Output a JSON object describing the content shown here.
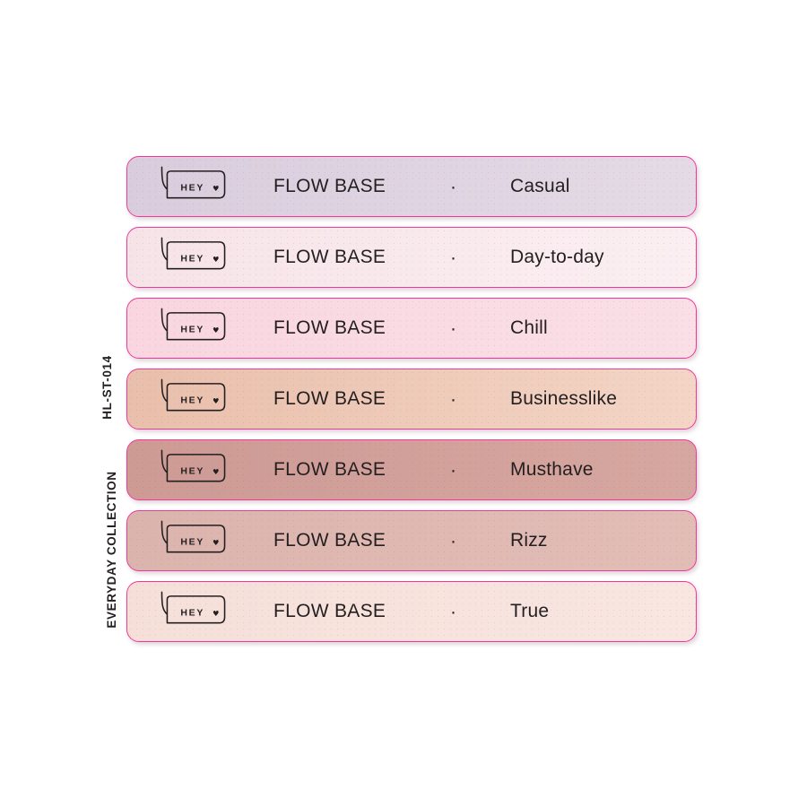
{
  "meta": {
    "code_label": "HL-ST-014",
    "collection_label": "EVERYDAY COLLECTION",
    "border_color": "#f0389b",
    "text_color": "#231f20",
    "background": "#ffffff"
  },
  "logo": {
    "wordmark": "HEY",
    "heart": "♥",
    "shape": "speech-bubble"
  },
  "common": {
    "product_name": "FLOW BASE",
    "separator": "·"
  },
  "rows": [
    {
      "product_name": "FLOW BASE",
      "separator": "·",
      "variant": "Casual",
      "fill_start": "#d9cddd",
      "fill_end": "#e4dbe6"
    },
    {
      "product_name": "FLOW BASE",
      "separator": "·",
      "variant": "Day-to-day",
      "fill_start": "#f6e3e8",
      "fill_end": "#fbeff2"
    },
    {
      "product_name": "FLOW BASE",
      "separator": "·",
      "variant": "Chill",
      "fill_start": "#f9d6e0",
      "fill_end": "#fadfe6"
    },
    {
      "product_name": "FLOW BASE",
      "separator": "·",
      "variant": "Businesslike",
      "fill_start": "#e9bfab",
      "fill_end": "#f4d5c6"
    },
    {
      "product_name": "FLOW BASE",
      "separator": "·",
      "variant": "Musthave",
      "fill_start": "#cd9a94",
      "fill_end": "#d6a7a0"
    },
    {
      "product_name": "FLOW BASE",
      "separator": "·",
      "variant": "Rizz",
      "fill_start": "#dcb4ae",
      "fill_end": "#e2bdb6"
    },
    {
      "product_name": "FLOW BASE",
      "separator": "·",
      "variant": "True",
      "fill_start": "#f6dfd9",
      "fill_end": "#f9e6e1"
    }
  ]
}
